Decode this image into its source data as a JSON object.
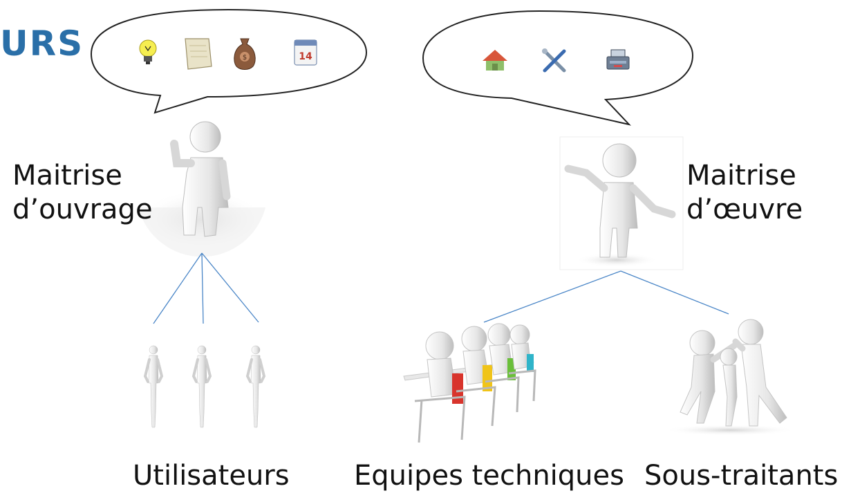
{
  "heading": "URS",
  "actors": {
    "moa": {
      "label_line1": "Maitrise",
      "label_line2": "d’ouvrage"
    },
    "moe": {
      "label_line1": "Maitrise",
      "label_line2": "d’œuvre"
    }
  },
  "bubbles": {
    "moa": {
      "icons": [
        "lightbulb-icon",
        "scroll-icon",
        "money-bag-icon",
        "calendar-icon"
      ],
      "calendar_day": "14"
    },
    "moe": {
      "icons": [
        "house-icon",
        "tools-icon",
        "cash-register-icon"
      ]
    }
  },
  "groups": {
    "users": "Utilisateurs",
    "equipes": "Equipes techniques",
    "sous": "Sous-traitants"
  },
  "colors": {
    "heading": "#2a6fa8",
    "connector": "#4a86c7",
    "text": "#111111"
  }
}
